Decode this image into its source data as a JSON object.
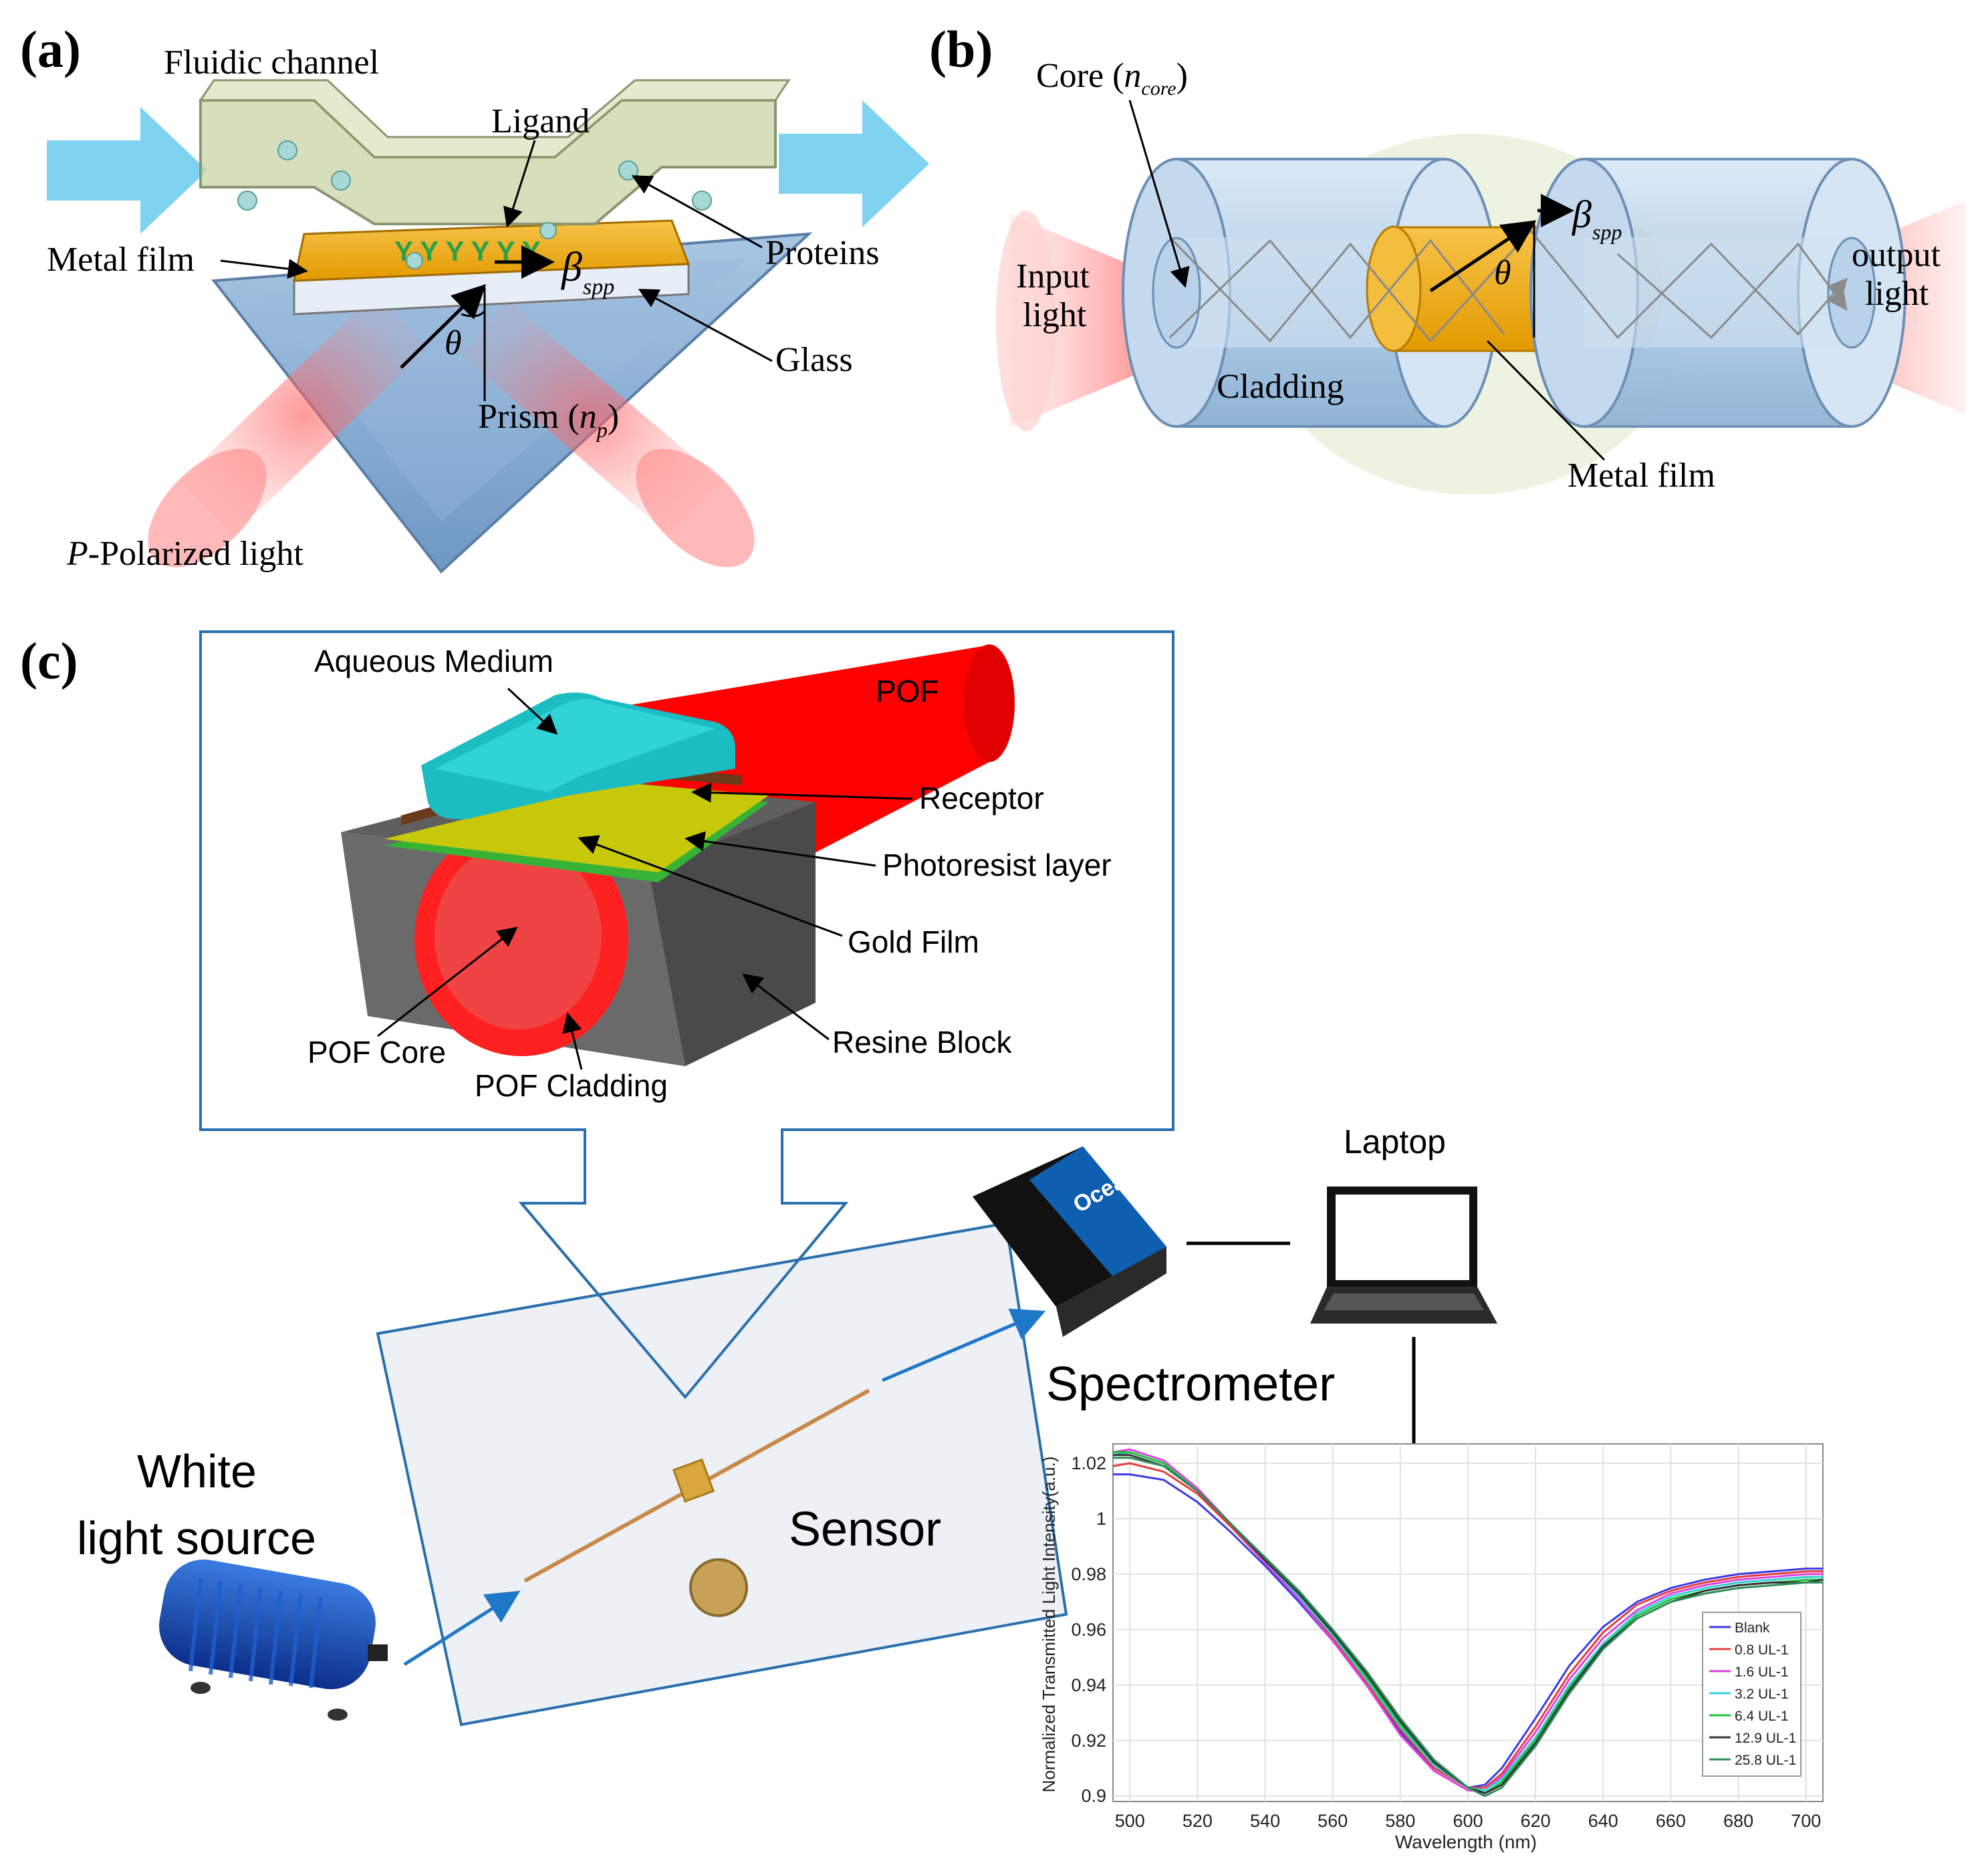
{
  "panel_a": {
    "tag": "(a)",
    "fluidic_channel": "Fluidic channel",
    "ligand": "Ligand",
    "metal_film": "Metal film",
    "proteins": "Proteins",
    "glass": "Glass",
    "prism_label": "Prism (",
    "prism_n": "n",
    "prism_sub": "p",
    "prism_close": ")",
    "beta": "β",
    "beta_sub": "spp",
    "theta": "θ",
    "polarized_italic": "P",
    "polarized_rest": "-Polarized light"
  },
  "panel_b": {
    "tag": "(b)",
    "core_label": "Core (",
    "core_n": "n",
    "core_sub": "core",
    "core_close": ")",
    "input_line1": "Input",
    "input_line2": "light",
    "output_line1": "output",
    "output_line2": "light",
    "cladding": "Cladding",
    "metal_film": "Metal film",
    "beta": "β",
    "beta_sub": "spp",
    "theta": "θ"
  },
  "panel_c": {
    "tag": "(c)",
    "aqueous_medium": "Aqueous Medium",
    "pof": "POF",
    "receptor": "Receptor",
    "photoresist": "Photoresist layer",
    "gold_film": "Gold Film",
    "resine_block": "Resine Block",
    "pof_core": "POF Core",
    "pof_cladding": "POF Cladding",
    "laptop": "Laptop",
    "spectrometer": "Spectrometer",
    "sensor": "Sensor",
    "white_line1": "White",
    "white_line2": "light source",
    "spectrometer_brand": "Ocean"
  },
  "colors": {
    "box_blue": "#2a6fad",
    "red": "#ff0000",
    "teal": "#17b8c0",
    "gold": "#f2a800",
    "cyan_arrow": "#5cc8ec",
    "gray_block": "#5a5a5a"
  },
  "chart_data": {
    "type": "line",
    "xlabel": "Wavelength (nm)",
    "ylabel": "Normalized Transmitted Light Intensity(a.u.)",
    "xlim": [
      495,
      705
    ],
    "ylim": [
      0.898,
      1.027
    ],
    "xticks": [
      500,
      520,
      540,
      560,
      580,
      600,
      620,
      640,
      660,
      680,
      700
    ],
    "yticks": [
      0.9,
      0.92,
      0.94,
      0.96,
      0.98,
      1,
      1.02
    ],
    "grid": true,
    "legend_position": "right",
    "x": [
      495,
      500,
      510,
      520,
      530,
      540,
      550,
      560,
      570,
      580,
      590,
      600,
      605,
      610,
      620,
      630,
      640,
      650,
      660,
      670,
      680,
      690,
      700,
      705
    ],
    "series": [
      {
        "name": "Blank",
        "color": "#3a3ae6",
        "values": [
          1.016,
          1.016,
          1.014,
          1.006,
          0.995,
          0.983,
          0.97,
          0.956,
          0.94,
          0.923,
          0.91,
          0.903,
          0.904,
          0.91,
          0.928,
          0.947,
          0.961,
          0.97,
          0.975,
          0.978,
          0.98,
          0.981,
          0.982,
          0.982
        ]
      },
      {
        "name": "0.8 UL-1",
        "color": "#e63c3c",
        "values": [
          1.019,
          1.02,
          1.017,
          1.009,
          0.997,
          0.984,
          0.971,
          0.957,
          0.941,
          0.924,
          0.91,
          0.903,
          0.903,
          0.908,
          0.925,
          0.944,
          0.959,
          0.969,
          0.974,
          0.977,
          0.979,
          0.98,
          0.981,
          0.981
        ]
      },
      {
        "name": "1.6 UL-1",
        "color": "#e040e0",
        "values": [
          1.024,
          1.025,
          1.021,
          1.011,
          0.998,
          0.984,
          0.971,
          0.956,
          0.94,
          0.922,
          0.909,
          0.902,
          0.902,
          0.907,
          0.923,
          0.942,
          0.957,
          0.967,
          0.973,
          0.976,
          0.978,
          0.979,
          0.98,
          0.98
        ]
      },
      {
        "name": "3.2 UL-1",
        "color": "#2fd0d0",
        "values": [
          1.023,
          1.024,
          1.02,
          1.01,
          0.998,
          0.985,
          0.972,
          0.958,
          0.942,
          0.925,
          0.911,
          0.903,
          0.902,
          0.906,
          0.921,
          0.94,
          0.955,
          0.966,
          0.972,
          0.975,
          0.977,
          0.978,
          0.979,
          0.979
        ]
      },
      {
        "name": "6.4 UL-1",
        "color": "#1fbf3a",
        "values": [
          1.024,
          1.024,
          1.02,
          1.01,
          0.998,
          0.985,
          0.973,
          0.959,
          0.943,
          0.926,
          0.912,
          0.903,
          0.901,
          0.905,
          0.92,
          0.939,
          0.954,
          0.965,
          0.971,
          0.974,
          0.976,
          0.977,
          0.978,
          0.978
        ]
      },
      {
        "name": "12.9 UL-1",
        "color": "#333333",
        "values": [
          1.023,
          1.023,
          1.019,
          1.01,
          0.998,
          0.985,
          0.973,
          0.959,
          0.944,
          0.927,
          0.912,
          0.903,
          0.901,
          0.904,
          0.919,
          0.938,
          0.954,
          0.964,
          0.97,
          0.974,
          0.976,
          0.977,
          0.977,
          0.978
        ]
      },
      {
        "name": "25.8 UL-1",
        "color": "#2e8b57",
        "values": [
          1.022,
          1.022,
          1.019,
          1.01,
          0.998,
          0.986,
          0.974,
          0.96,
          0.945,
          0.928,
          0.913,
          0.903,
          0.9,
          0.903,
          0.918,
          0.937,
          0.953,
          0.964,
          0.97,
          0.973,
          0.975,
          0.976,
          0.977,
          0.977
        ]
      }
    ]
  }
}
